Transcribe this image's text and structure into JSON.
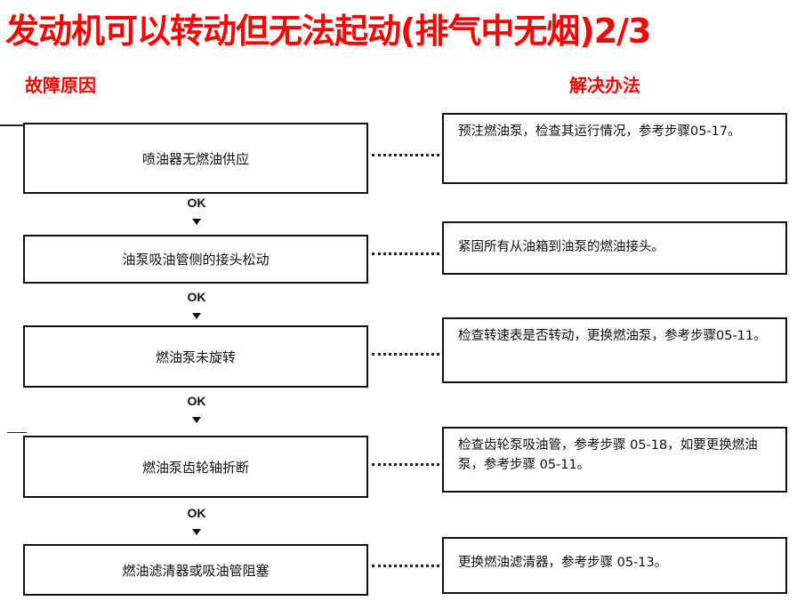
{
  "title": "发动机可以转动但无法起动(排气中无烟)2/3",
  "headers": {
    "cause": "故障原因",
    "solution": "解决办法"
  },
  "flow": {
    "ok_label": "OK",
    "steps": [
      {
        "cause": "喷油器无燃油供应",
        "solution": "预注燃油泵，检查其运行情况，参考步骤05-17。"
      },
      {
        "cause": "油泵吸油管侧的接头松动",
        "solution": "紧固所有从油箱到油泵的燃油接头。"
      },
      {
        "cause": "燃油泵未旋转",
        "solution": "检查转速表是否转动，更换燃油泵，参考步骤05-11。"
      },
      {
        "cause": "燃油泵齿轮轴折断",
        "solution": "检查齿轮泵吸油管，参考步骤 05-18，如要更换燃油泵，参考步骤 05-11。"
      },
      {
        "cause": "燃油滤清器或吸油管阻塞",
        "solution": "更换燃油滤清器，参考步骤 05-13。"
      }
    ]
  }
}
